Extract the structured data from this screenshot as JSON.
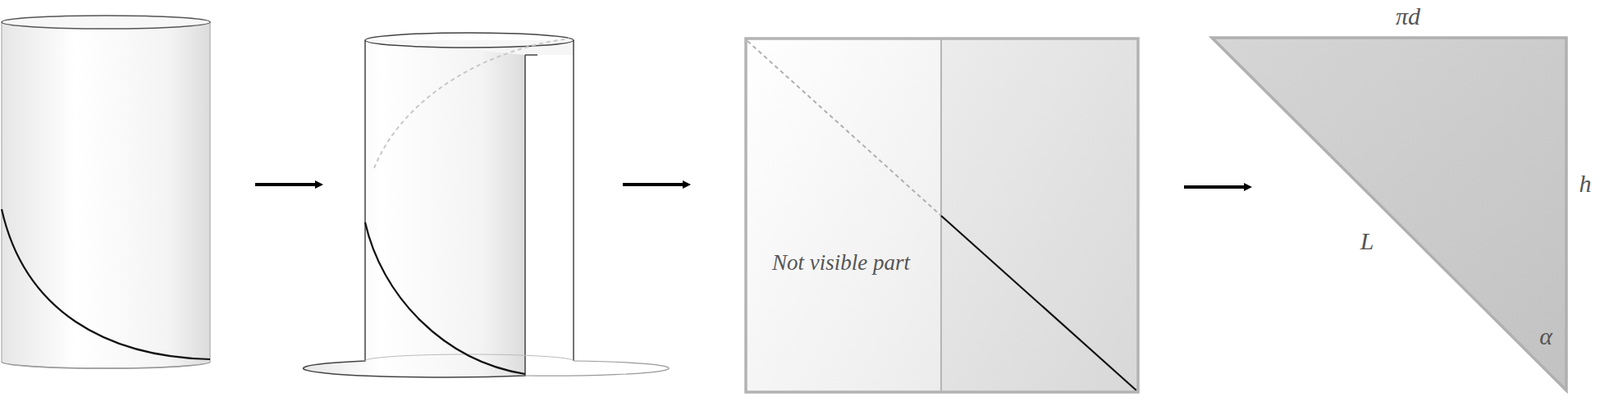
{
  "diagram": {
    "nodes": [
      {
        "text": [
          "Not visible part"
        ]
      }
    ],
    "labels": [
      "πd",
      "h",
      "L",
      "α"
    ]
  }
}
